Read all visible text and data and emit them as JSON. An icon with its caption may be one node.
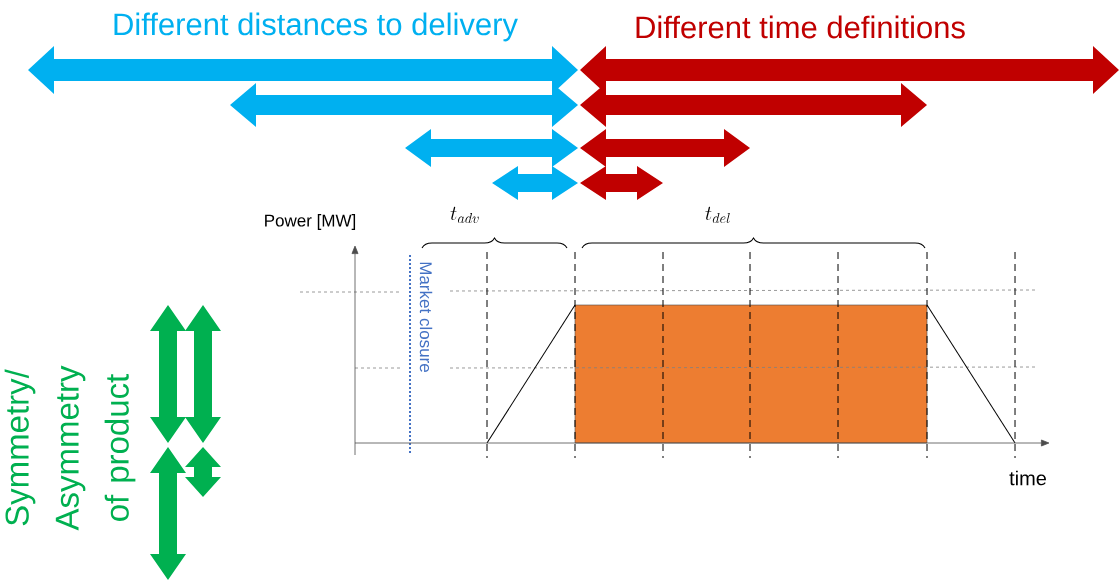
{
  "diagram": {
    "nodes": [
      {
        "text": [],
        "shape": "box"
      }
    ],
    "labels": [
      "Different distances to delivery",
      "Different time definitions",
      "Power [MW]",
      "t_{adv}",
      "t_{del}",
      "Market closure",
      "Symmetry/ Asymmetry of product",
      "time"
    ]
  }
}
